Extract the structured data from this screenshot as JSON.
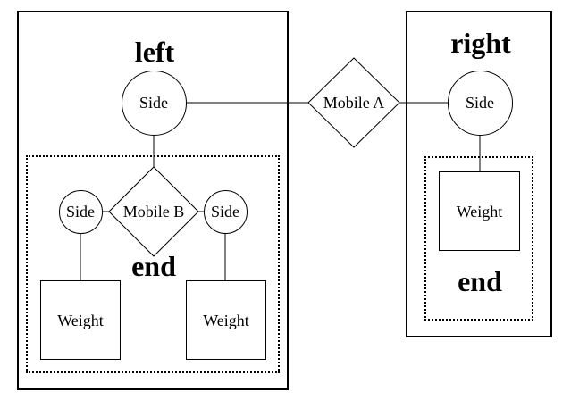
{
  "colors": {
    "stroke": "#000000",
    "background": "#ffffff"
  },
  "left_panel": {
    "title": "left",
    "top_node": "Side",
    "end_group": {
      "mobile": "Mobile B",
      "left_node": "Side",
      "right_node": "Side",
      "end_label": "end",
      "left_weight": "Weight",
      "right_weight": "Weight"
    }
  },
  "connector": {
    "mobile": "Mobile A"
  },
  "right_panel": {
    "title": "right",
    "node": "Side",
    "end_group": {
      "weight": "Weight",
      "end_label": "end"
    }
  }
}
